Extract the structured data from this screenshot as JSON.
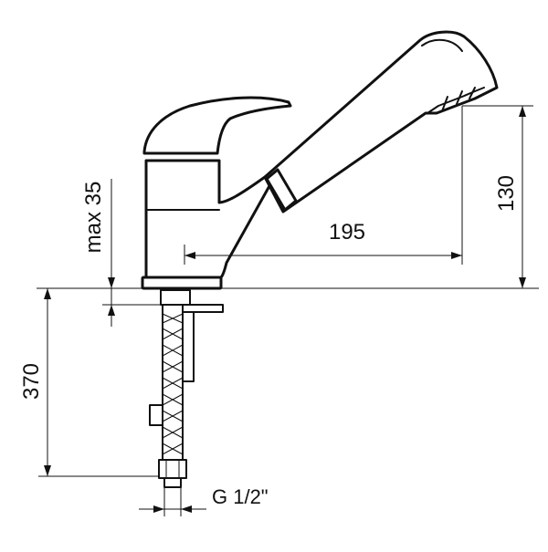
{
  "dimensions": {
    "spout_reach": "195",
    "spout_height": "130",
    "max_deck_thickness": "max 35",
    "hose_length": "370",
    "thread": "G 1/2\""
  }
}
